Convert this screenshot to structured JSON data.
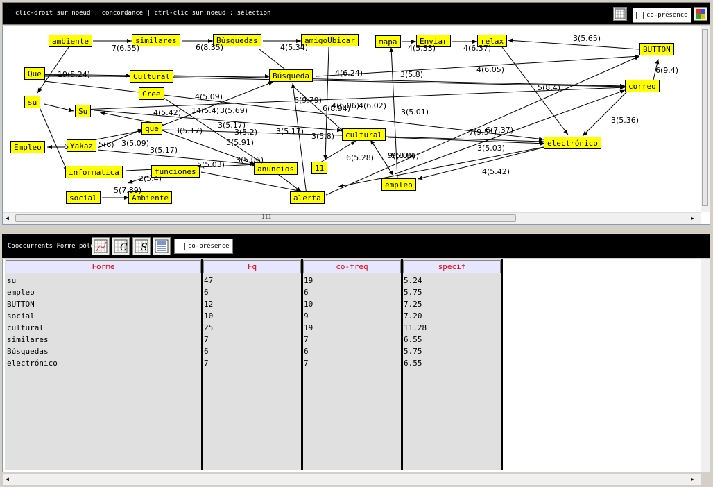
{
  "header": {
    "hint": "clic-droit sur noeud : concordance | ctrl-clic sur noeud : sélection",
    "copresence_label": "co-présence",
    "grid_icon": "grid-icon",
    "settings_icon": "color-settings-icon"
  },
  "graph": {
    "nodes": [
      {
        "id": "ambiente",
        "label": "ambiente"
      },
      {
        "id": "similares",
        "label": "similares"
      },
      {
        "id": "busquedas",
        "label": "Búsquedas"
      },
      {
        "id": "amigoUbicar",
        "label": "amigoUbicar"
      },
      {
        "id": "mapa",
        "label": "mapa"
      },
      {
        "id": "enviar",
        "label": "Enviar"
      },
      {
        "id": "relax",
        "label": "relax"
      },
      {
        "id": "button",
        "label": "BUTTON"
      },
      {
        "id": "que",
        "label": "Que"
      },
      {
        "id": "cultural1",
        "label": "Cultural"
      },
      {
        "id": "busqueda",
        "label": "Búsqueda"
      },
      {
        "id": "correo",
        "label": "correo"
      },
      {
        "id": "cree",
        "label": "Cree"
      },
      {
        "id": "su",
        "label": "su"
      },
      {
        "id": "su2",
        "label": "Su"
      },
      {
        "id": "que2",
        "label": "que"
      },
      {
        "id": "cultural2",
        "label": "cultural"
      },
      {
        "id": "electronico",
        "label": "electrónico"
      },
      {
        "id": "empleo1",
        "label": "Empleo"
      },
      {
        "id": "yakaz",
        "label": "Yakaz"
      },
      {
        "id": "informatica",
        "label": "informatica"
      },
      {
        "id": "funciones",
        "label": "funciones"
      },
      {
        "id": "anuncios",
        "label": "anuncios"
      },
      {
        "id": "n11",
        "label": "11"
      },
      {
        "id": "empleo2",
        "label": "empleo"
      },
      {
        "id": "social",
        "label": "social"
      },
      {
        "id": "ambiente2",
        "label": "Ambiente"
      },
      {
        "id": "alerta",
        "label": "alerta"
      }
    ],
    "edge_labels": [
      "7(6.55)",
      "6(8.35)",
      "4(5.34)",
      "4(5.33)",
      "4(6.37)",
      "3(5.65)",
      "19(5.24)",
      "4(6.24)",
      "3(5.8)",
      "4(6.05)",
      "5(8.4)",
      "6(9.4)",
      "4(5.09)",
      "6(9.79)",
      "14(5.4)",
      "3(5.69)",
      "4(5.42)",
      "4(6.06)",
      "4(6.02)",
      "3(5.01)",
      "6(8.94)",
      "3(5.17)",
      "3(5.2)",
      "3(5.17)",
      "3(5.8)",
      "7(9.54)",
      "6(7.37)",
      "3(5.36)",
      "6",
      "5(6)",
      "3(5.09)",
      "3(5.91)",
      "3(5.17)",
      "3(5.06)",
      "5(5.03)",
      "6(5.28)",
      "9(5.06)",
      "9(8.86)",
      "3(5.03)",
      "4(5.42)",
      "2(5.4)",
      "5(7.89)",
      "3(5.17)"
    ],
    "scroll_grip": "III"
  },
  "bottom_header": {
    "title": "Cooccurrents Forme pôle",
    "copresence_label": "co-présence",
    "buttons": [
      "chart-icon",
      "c-table-icon",
      "s-table-icon",
      "list-icon"
    ]
  },
  "table": {
    "columns": [
      "Forme",
      "Fq",
      "co-freq",
      "specif"
    ],
    "rows": [
      [
        "su",
        "47",
        "19",
        "5.24"
      ],
      [
        "empleo",
        "6",
        "6",
        "5.75"
      ],
      [
        "BUTTON",
        "12",
        "10",
        "7.25"
      ],
      [
        "social",
        "10",
        "9",
        "7.20"
      ],
      [
        "cultural",
        "25",
        "19",
        "11.28"
      ],
      [
        "similares",
        "7",
        "7",
        "6.55"
      ],
      [
        "Búsquedas",
        "6",
        "6",
        "5.75"
      ],
      [
        "electrónico",
        "7",
        "7",
        "6.55"
      ]
    ]
  },
  "colors": {
    "node_fill": "#ffff00",
    "header_text": "#e00000",
    "header_fill": "#e6e6ff"
  }
}
